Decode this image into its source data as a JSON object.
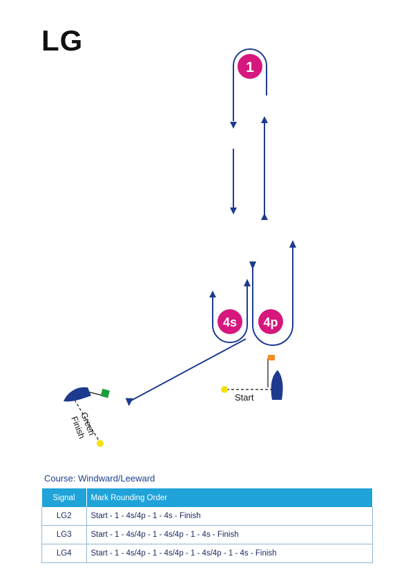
{
  "page": {
    "title": "LG"
  },
  "colors": {
    "mark": "#d6177d",
    "path": "#1d3a8f",
    "start_pin": "#f4e00a",
    "start_flag": "#f28c28",
    "finish_flag": "#1e9e3a",
    "header": "#1fa3d9"
  },
  "diagram": {
    "marks": [
      {
        "id": "1",
        "label": "1"
      },
      {
        "id": "4s",
        "label": "4s"
      },
      {
        "id": "4p",
        "label": "4p"
      }
    ],
    "start_label": "Start",
    "finish_label_line1": "Green",
    "finish_label_line2": "Finish"
  },
  "course": {
    "label": "Course: Windward/Leeward",
    "headers": [
      "Signal",
      "Mark Rounding Order"
    ],
    "rows": [
      {
        "signal": "LG2",
        "order": "Start - 1 - 4s/4p - 1 - 4s - Finish"
      },
      {
        "signal": "LG3",
        "order": "Start - 1 - 4s/4p - 1 - 4s/4p - 1 - 4s - Finish"
      },
      {
        "signal": "LG4",
        "order": "Start - 1 - 4s/4p - 1 - 4s/4p - 1 - 4s/4p - 1 - 4s - Finish"
      }
    ]
  }
}
